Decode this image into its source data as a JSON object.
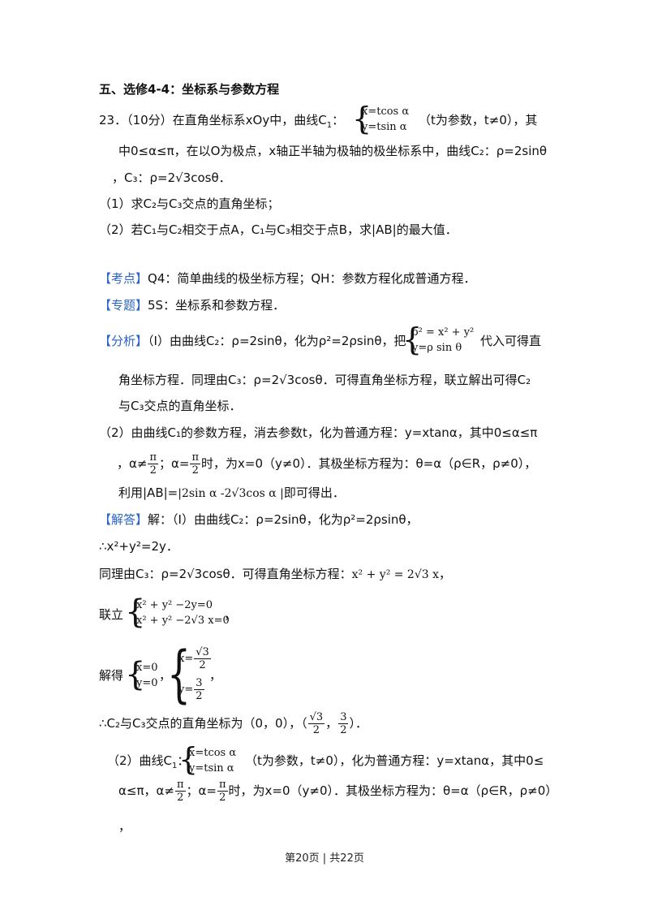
{
  "section_title": "五、选修4-4：坐标系与参数方程",
  "q": {
    "l1_a": "23．（10分）在直角坐标系xOy中，曲线C",
    "l1_b": "（t为参数，t≠0），其",
    "sys_c1": [
      "x=tcos α",
      "y=tsin α"
    ],
    "l2": "中0≤α≤π，在以O为极点，x轴正半轴为极轴的极坐标系中，曲线C₂：ρ=2sinθ",
    "l3": "，C₃：ρ=2√3cosθ．",
    "p1": "（1）求C₂与C₃交点的直角坐标；",
    "p2": "（2）若C₁与C₂相交于点A，C₁与C₃相交于点B，求|AB|的最大值．"
  },
  "tags": {
    "kaodian": "【考点】",
    "zhuanti": "【专题】",
    "fenxi": "【分析】",
    "jieda": "【解答】"
  },
  "kaodian_text": "Q4：简单曲线的极坐标方程；QH：参数方程化成普通方程．",
  "zhuanti_text": "5S：坐标系和参数方程．",
  "fenxi": {
    "l1": "（I）由曲线C₂：ρ=2sinθ，化为ρ²=2ρsinθ，把",
    "sys": [
      "ρ² = x² + y²",
      "y=ρ sin θ"
    ],
    "l1_end": "代入可得直",
    "l2": "角坐标方程．同理由C₃：ρ=2√3cosθ．可得直角坐标方程，联立解出可得C₂",
    "l3": "与C₃交点的直角坐标．",
    "l4": "（2）由曲线C₁的参数方程，消去参数t，化为普通方程：y=xtanα，其中0≤α≤π",
    "l5_a": "，α≠",
    "l5_b": "；α=",
    "l5_c": "时，为x=0（y≠0）．其极坐标方程为：θ=α（ρ∈R，ρ≠0），",
    "l6_a": "利用|AB|=",
    "l6_expr": "|2sin α -2√3cos α |",
    "l6_b": "即可得出．"
  },
  "frac_pi2": {
    "num": "π",
    "den": "2"
  },
  "jieda": {
    "l1": "解：（I）由曲线C₂：ρ=2sinθ，化为ρ²=2ρsinθ，",
    "l2": "∴x²+y²=2y．",
    "l3_a": "同理由C₃：ρ=2√3cosθ．可得直角坐标方程：",
    "l3_expr": "x² + y² = 2√3 x",
    "l3_b": "，",
    "lianli": "联立",
    "lianli_sys": [
      "x² + y² −2y=0",
      "x² + y² −2√3 x=0"
    ],
    "lianli_end": "，",
    "jiede": "解得",
    "sol1": [
      "x=0",
      "y=0"
    ],
    "sol_sep": "，",
    "sol2_x": "x=",
    "sol2_y": "y=",
    "sol2_xfrac": {
      "num": "√3",
      "den": "2"
    },
    "sol2_yfrac": {
      "num": "3",
      "den": "2"
    },
    "sol_end": "，",
    "l8_a": "∴C₂与C₃交点的直角坐标为（0，0），（",
    "l8_sep": "，",
    "l8_b": "）．",
    "l9_a": "（2）曲线C",
    "l9_b": "（t为参数，t≠0），化为普通方程：y=xtanα，其中0≤",
    "l10_a": "α≤π，α≠",
    "l10_b": "；α=",
    "l10_c": "时，为x=0（y≠0）．其极坐标方程为：θ=α（ρ∈R，ρ≠0）",
    "l11": "，"
  },
  "footer": "第20页 | 共22页"
}
